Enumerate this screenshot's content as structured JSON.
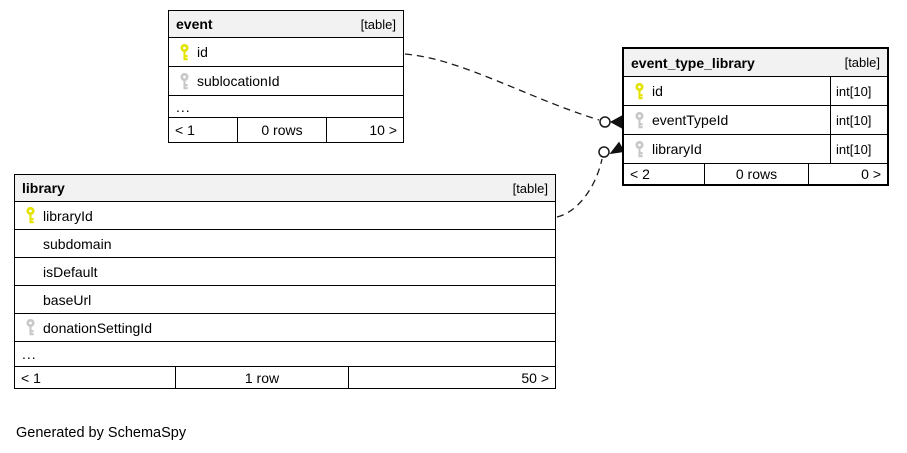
{
  "note": "Generated by SchemaSpy",
  "colors": {
    "pk": "#e3e300",
    "fk": "#c8c8c8",
    "header_bg": "#f2f2f2",
    "border": "#000000"
  },
  "icons": {
    "primary_key": "primary-key-icon",
    "foreign_key": "foreign-key-icon"
  },
  "tables": {
    "event": {
      "name": "event",
      "tag": "[table]",
      "columns": [
        {
          "name": "id"
        },
        {
          "name": "sublocationId"
        }
      ],
      "ellipsis": "...",
      "pager": {
        "first": "< 1",
        "rows": "0 rows",
        "last": "10 >"
      }
    },
    "event_type_library": {
      "name": "event_type_library",
      "tag": "[table]",
      "columns": [
        {
          "name": "id",
          "type": "int[10]"
        },
        {
          "name": "eventTypeId",
          "type": "int[10]"
        },
        {
          "name": "libraryId",
          "type": "int[10]"
        }
      ],
      "pager": {
        "first": "< 2",
        "rows": "0 rows",
        "last": "0 >"
      }
    },
    "library": {
      "name": "library",
      "tag": "[table]",
      "columns": [
        {
          "name": "libraryId"
        },
        {
          "name": "subdomain"
        },
        {
          "name": "isDefault"
        },
        {
          "name": "baseUrl"
        },
        {
          "name": "donationSettingId"
        }
      ],
      "ellipsis": "...",
      "pager": {
        "first": "< 1",
        "rows": "1 row",
        "last": "50 >"
      }
    }
  }
}
